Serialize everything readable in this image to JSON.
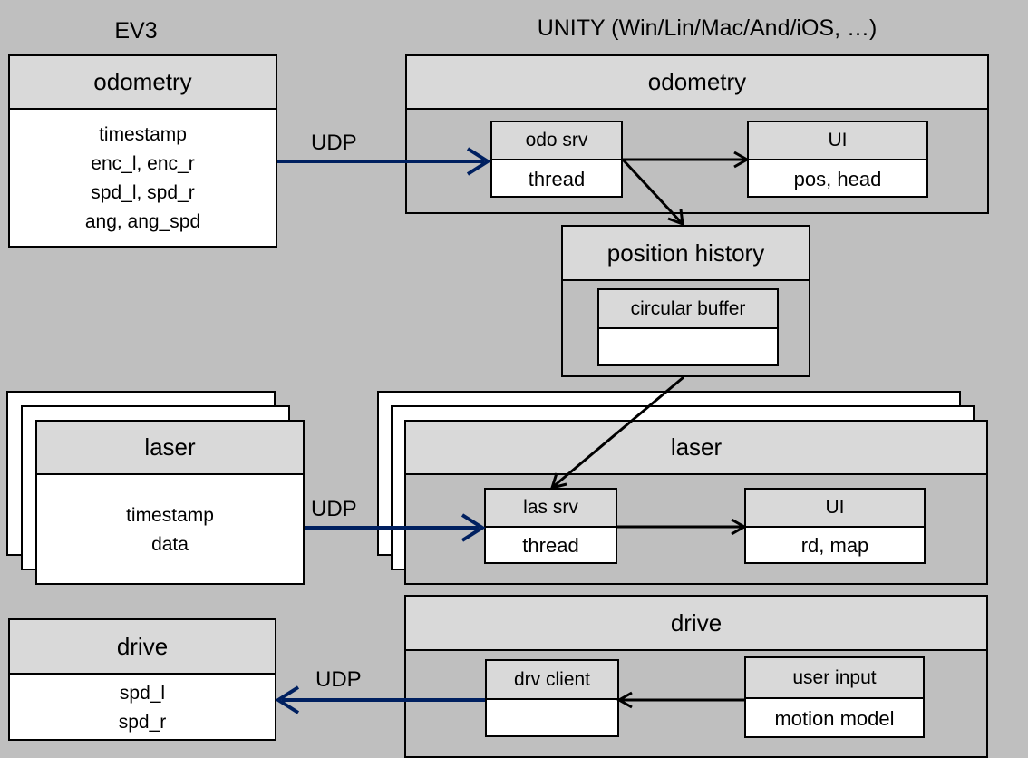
{
  "headers": {
    "left": "EV3",
    "right": "UNITY (Win/Lin/Mac/And/iOS, …)"
  },
  "ev3": {
    "odometry": {
      "title": "odometry",
      "fields": [
        "timestamp",
        "enc_l, enc_r",
        "spd_l, spd_r",
        "ang, ang_spd"
      ]
    },
    "laser": {
      "title": "laser",
      "fields": [
        "timestamp",
        "data"
      ]
    },
    "drive": {
      "title": "drive",
      "fields": [
        "spd_l",
        "spd_r"
      ]
    }
  },
  "unity": {
    "odometry": {
      "title": "odometry",
      "srv": {
        "title": "odo srv",
        "sub": "thread"
      },
      "ui": {
        "title": "UI",
        "sub": "pos, head"
      }
    },
    "position_history": {
      "title": "position history",
      "buffer": {
        "title": "circular buffer",
        "sub": ""
      }
    },
    "laser": {
      "title": "laser",
      "srv": {
        "title": "las srv",
        "sub": "thread"
      },
      "ui": {
        "title": "UI",
        "sub": "rd, map"
      }
    },
    "drive": {
      "title": "drive",
      "client": {
        "title": "drv client",
        "sub": ""
      },
      "input": {
        "title": "user input",
        "sub": "motion model"
      }
    }
  },
  "links": {
    "odometry_udp": "UDP",
    "laser_udp": "UDP",
    "drive_udp": "UDP"
  },
  "colors": {
    "udp_arrow": "#002060",
    "internal_arrow": "#000000",
    "background": "#bfbfbf",
    "header_fill": "#d9d9d9"
  }
}
